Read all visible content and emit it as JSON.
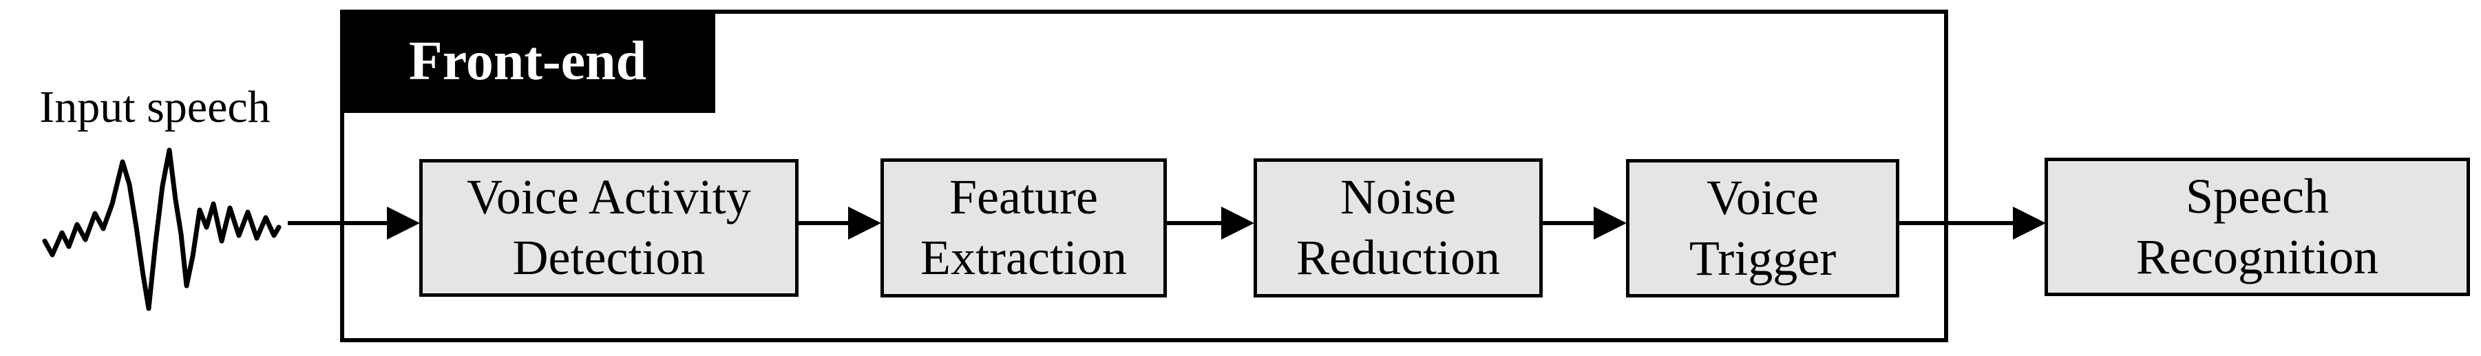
{
  "diagram": {
    "input_label": "Input speech",
    "front_end": {
      "label": "Front-end",
      "modules": [
        {
          "lines": [
            "Voice Activity",
            "Detection"
          ]
        },
        {
          "lines": [
            "Feature",
            "Extraction"
          ]
        },
        {
          "lines": [
            "Noise",
            "Reduction"
          ]
        },
        {
          "lines": [
            "Voice",
            "Trigger"
          ]
        }
      ]
    },
    "output_module": {
      "lines": [
        "Speech",
        "Recognition"
      ]
    },
    "colors": {
      "background": "#ffffff",
      "box_fill": "#e5e5e5",
      "box_border": "#000000",
      "line": "#000000",
      "text": "#000000",
      "frontend_label_bg": "#000000",
      "frontend_label_fg": "#ffffff"
    }
  }
}
